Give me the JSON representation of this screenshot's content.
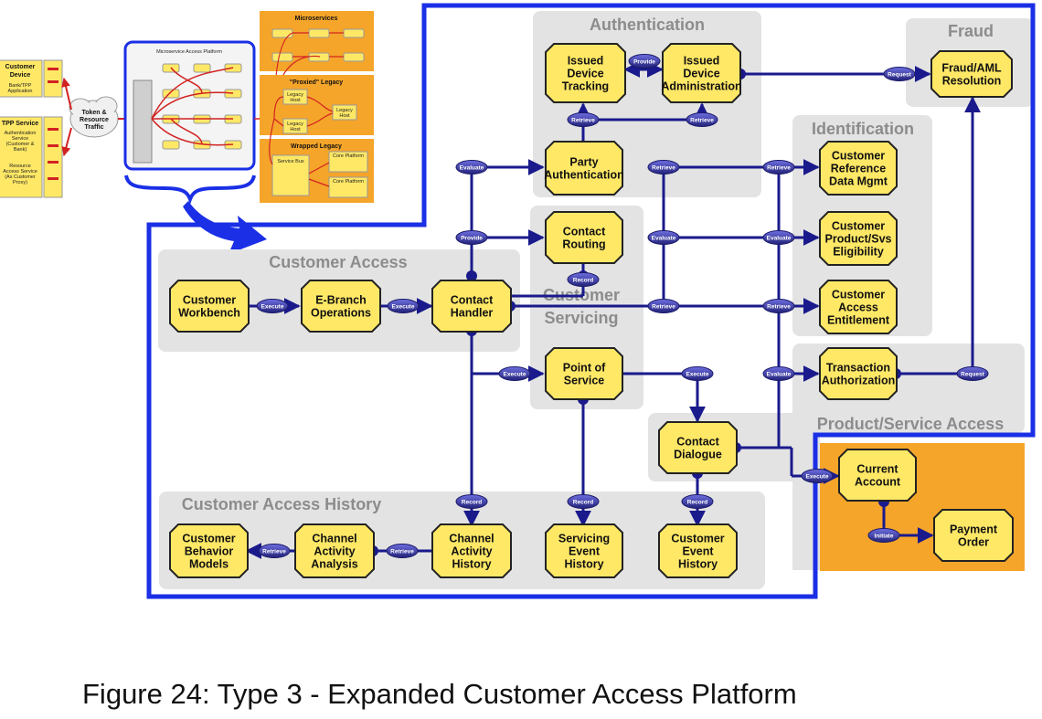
{
  "caption": "Figure 24: Type 3  - Expanded Customer Access Platform",
  "zones": {
    "authentication": "Authentication",
    "fraud": "Fraud",
    "identification": "Identification",
    "customer_access": "Customer Access",
    "customer_servicing": "Customer Servicing",
    "customer_servicing_line1": "Customer",
    "customer_servicing_line2": "Servicing",
    "product_service_access": "Product/Service Access",
    "customer_access_history": "Customer Access History"
  },
  "nodes": {
    "issued_device_tracking": [
      "Issued",
      "Device",
      "Tracking"
    ],
    "issued_device_administration": [
      "Issued",
      "Device",
      "Administration"
    ],
    "fraud_aml_resolution": [
      "Fraud/AML",
      "Resolution"
    ],
    "party_authentication": [
      "Party",
      "Authentication"
    ],
    "customer_reference_data_mgmt": [
      "Customer",
      "Reference",
      "Data Mgmt"
    ],
    "contact_routing": [
      "Contact",
      "Routing"
    ],
    "customer_product_svs_eligibility": [
      "Customer",
      "Product/Svs",
      "Eligibility"
    ],
    "customer_workbench": [
      "Customer",
      "Workbench"
    ],
    "e_branch_operations": [
      "E-Branch",
      "Operations"
    ],
    "contact_handler": [
      "Contact",
      "Handler"
    ],
    "customer_access_entitlement": [
      "Customer",
      "Access",
      "Entitlement"
    ],
    "point_of_service": [
      "Point of",
      "Service"
    ],
    "transaction_authorization": [
      "Transaction",
      "Authorization"
    ],
    "contact_dialogue": [
      "Contact",
      "Dialogue"
    ],
    "current_account": [
      "Current",
      "Account"
    ],
    "payment_order": [
      "Payment",
      "Order"
    ],
    "customer_behavior_models": [
      "Customer",
      "Behavior",
      "Models"
    ],
    "channel_activity_analysis": [
      "Channel",
      "Activity",
      "Analysis"
    ],
    "channel_activity_history": [
      "Channel",
      "Activity",
      "History"
    ],
    "servicing_event_history": [
      "Servicing",
      "Event",
      "History"
    ],
    "customer_event_history": [
      "Customer",
      "Event",
      "History"
    ]
  },
  "connector_labels": {
    "provide": "Provide",
    "retrieve": "Retrieve",
    "request": "Request",
    "evaluate": "Evaluate",
    "execute": "Execute",
    "record": "Record",
    "initiate": "Initiate"
  },
  "thumbnail": {
    "customer_device": [
      "Customer",
      "Device"
    ],
    "bank_tpp_application": [
      "Bank/TPP",
      "Application"
    ],
    "tpp_service": "TPP Service",
    "authentication_service": [
      "Authentication",
      "Service",
      "(Customer &",
      "Bank)"
    ],
    "resource_access_service": [
      "Resource",
      "Access Service",
      "(As Customer",
      "Proxy)"
    ],
    "token_resource_traffic": [
      "Token &",
      "Resource",
      "Traffic"
    ],
    "microservice_access_platform": "Microservice Access Platform",
    "microservices": "Microservices",
    "proxied_legacy": "\"Proxied\" Legacy",
    "wrapped_legacy": "Wrapped Legacy",
    "service_bus": "Service Bus",
    "core_platform": "Core Platform",
    "legacy_host": [
      "Legacy",
      "Host"
    ]
  },
  "colors": {
    "frame_blue": "#1a2fe6",
    "connector_navy": "#1a1a8c",
    "pill_blue": "#3c3cb4",
    "node_yellow": "#ffe866",
    "zone_gray": "#e3e3e3",
    "product_orange": "#f5a52a"
  }
}
